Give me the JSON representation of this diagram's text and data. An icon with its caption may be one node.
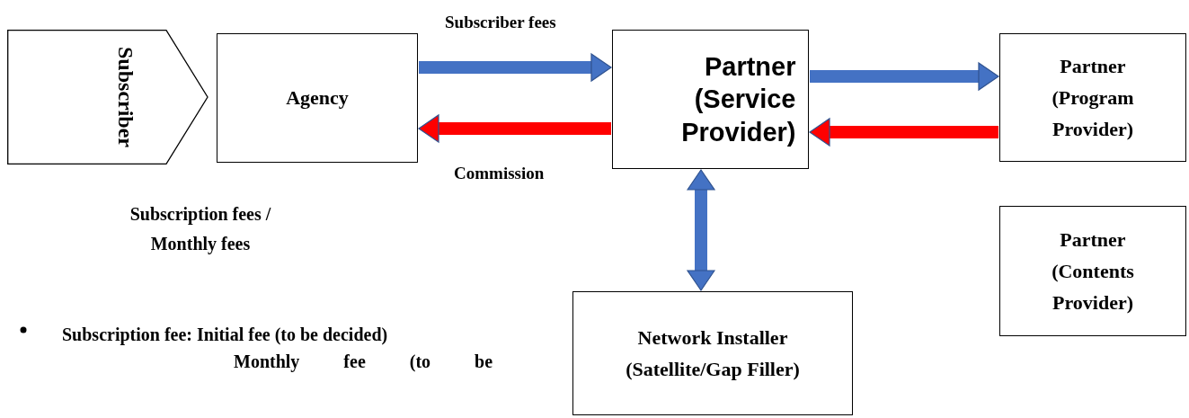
{
  "diagram": {
    "nodes": [
      {
        "text": [
          "Subscriber"
        ]
      },
      {
        "text": [
          "Agency"
        ]
      },
      {
        "text": [
          "Partner (Service Provider)"
        ]
      },
      {
        "text": [
          "Partner (Program Provider)"
        ]
      },
      {
        "text": [
          "Partner (Contents Provider)"
        ]
      },
      {
        "text": [
          "Network Installer (Satellite/Gap Filler)"
        ]
      }
    ],
    "edges": [
      {
        "from": 1,
        "to": 2,
        "arrow": "to",
        "label": "Subscriber fees"
      },
      {
        "from": 2,
        "to": 1,
        "arrow": "to",
        "label": "Commission",
        "color": "#ff0000"
      },
      {
        "from": 2,
        "to": 3,
        "arrow": "to"
      },
      {
        "from": 3,
        "to": 2,
        "arrow": "to",
        "color": "#ff0000"
      },
      {
        "from": 2,
        "to": 5,
        "arrow": "both"
      }
    ],
    "labels": [
      "Subscription fees / Monthly fees",
      "Subscription fee: Initial fee (to be decided)",
      "Monthly fee (to be"
    ]
  }
}
